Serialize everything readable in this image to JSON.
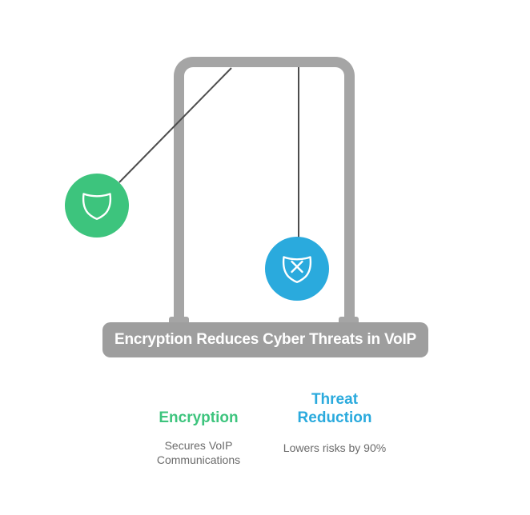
{
  "banner": {
    "title": "Encryption Reduces Cyber Threats in VoIP"
  },
  "columns": [
    {
      "title_lines": [
        "Encryption"
      ],
      "subtitle_lines": [
        "Secures VoIP",
        "Communications"
      ],
      "accent_color": "#3dc47d",
      "icon": "shield-icon"
    },
    {
      "title_lines": [
        "Threat",
        "Reduction"
      ],
      "subtitle_lines": [
        "Lowers risks by 90%"
      ],
      "accent_color": "#2aaadd",
      "icon": "shield-x-icon"
    }
  ],
  "colors": {
    "green": "#3dc47d",
    "blue": "#2aaadd",
    "frame-gray": "#a5a5a5",
    "banner-gray": "#9e9e9e",
    "string-gray": "#4d4d4d",
    "subtext-gray": "#6b6b6b",
    "background": "#ffffff",
    "banner-text": "#ffffff"
  }
}
